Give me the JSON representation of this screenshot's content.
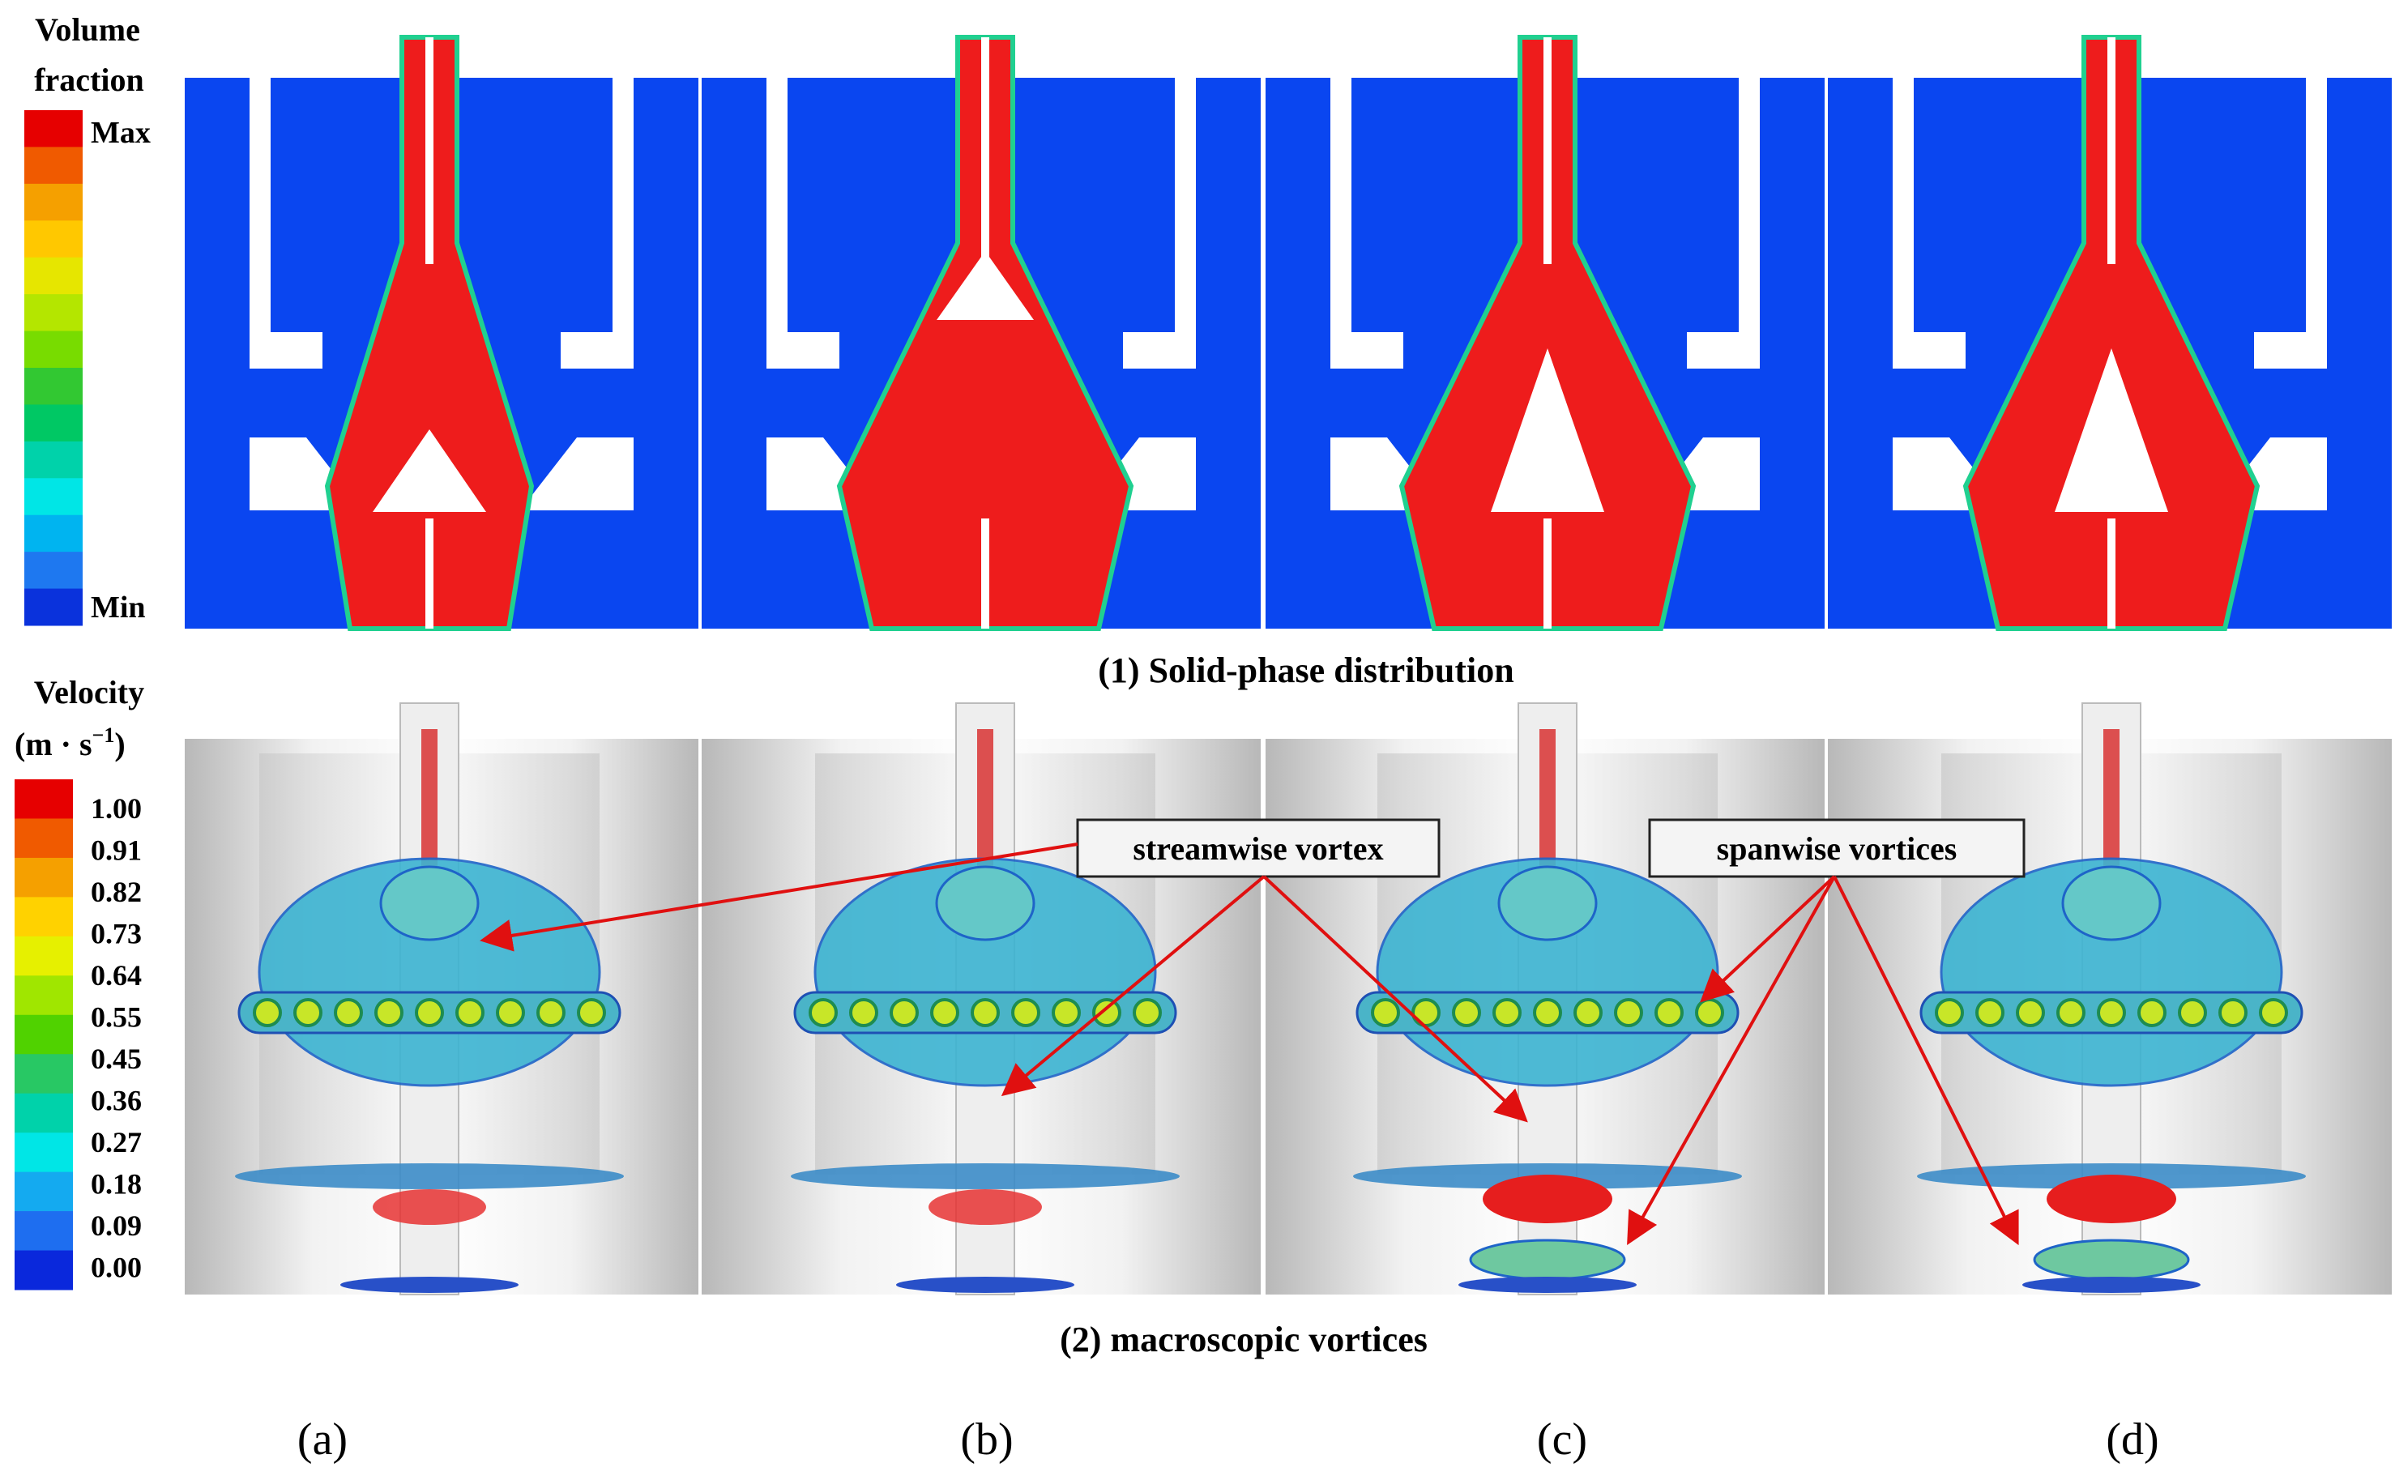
{
  "volume_legend": {
    "title_line1": "Volume",
    "title_line2": "fraction",
    "max_label": "Max",
    "min_label": "Min",
    "colors": [
      "#e60000",
      "#f05a00",
      "#f5a000",
      "#ffc800",
      "#e6e600",
      "#b4e600",
      "#78dc00",
      "#32c832",
      "#00c864",
      "#00d2aa",
      "#00e6e6",
      "#00b4f0",
      "#1e78f0",
      "#0a32dc"
    ]
  },
  "velocity_legend": {
    "title_line1": "Velocity",
    "title_line2": "(m · s",
    "title_sup": "−1",
    "title_close": ")",
    "ticks": [
      "1.00",
      "0.91",
      "0.82",
      "0.73",
      "0.64",
      "0.55",
      "0.45",
      "0.36",
      "0.27",
      "0.18",
      "0.09",
      "0.00"
    ],
    "colors": [
      "#e60000",
      "#f05a00",
      "#f5a000",
      "#ffd200",
      "#e6f000",
      "#a0e600",
      "#50d200",
      "#28c864",
      "#00d2aa",
      "#00e6e6",
      "#14aaf0",
      "#1e6ef0",
      "#0a28dc"
    ]
  },
  "captions": {
    "row1": "(1) Solid-phase distribution",
    "row2": "(2) macroscopic vortices"
  },
  "annotations": {
    "streamwise": "streamwise vortex",
    "spanwise": "spanwise vortices"
  },
  "panels": [
    "(a)",
    "(b)",
    "(c)",
    "(d)"
  ],
  "colors": {
    "solid_blue": "#0a46f0",
    "solid_red": "#ee1c1c",
    "iso_cyan": "#3cb4d2",
    "arrow_red": "#e01010"
  }
}
